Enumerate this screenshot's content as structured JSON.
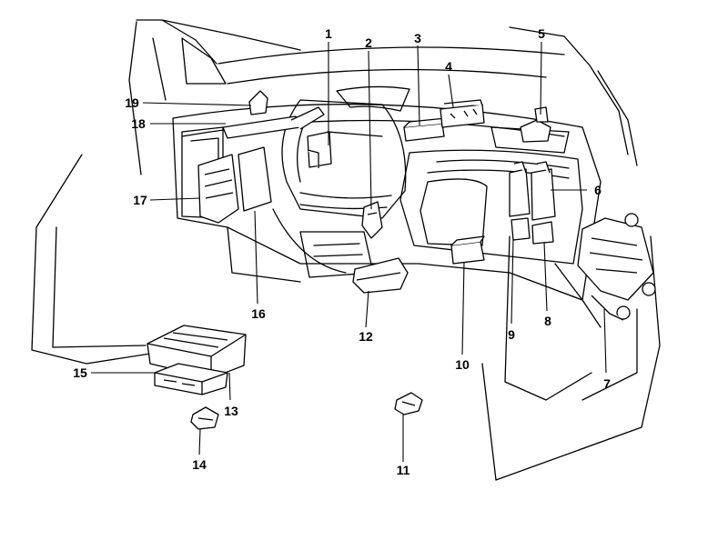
{
  "diagram": {
    "ink_color": "#000000",
    "background_color": "#ffffff",
    "labels": [
      "1",
      "2",
      "3",
      "4",
      "5",
      "6",
      "7",
      "8",
      "9",
      "10",
      "11",
      "12",
      "13",
      "14",
      "15",
      "16",
      "17",
      "18",
      "19"
    ]
  }
}
